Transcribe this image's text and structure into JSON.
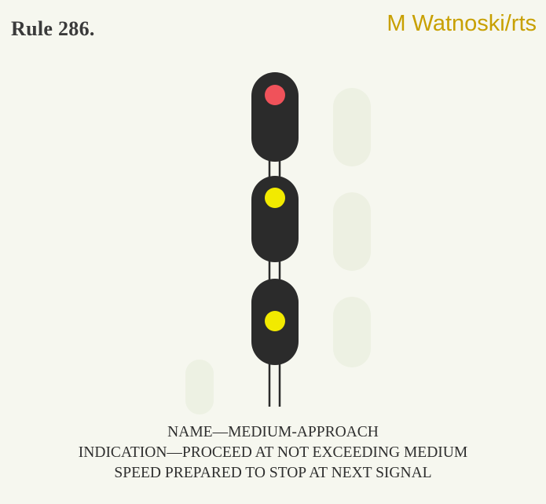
{
  "header": {
    "rule_title": "Rule 286.",
    "credit": "M Watnoski/rts"
  },
  "signal": {
    "heads": [
      {
        "position": "top",
        "aspect": "red"
      },
      {
        "position": "middle",
        "aspect": "yellow"
      },
      {
        "position": "bottom",
        "aspect": "yellow"
      }
    ],
    "colors": {
      "red": "#f0525a",
      "yellow": "#f2ea00",
      "head_body": "#2b2b2b",
      "mast": "#2b2b2b"
    }
  },
  "caption": {
    "line1": "NAME—MEDIUM-APPROACH",
    "line2": "INDICATION—PROCEED AT NOT EXCEEDING MEDIUM",
    "line3": "SPEED PREPARED TO STOP AT NEXT SIGNAL"
  }
}
